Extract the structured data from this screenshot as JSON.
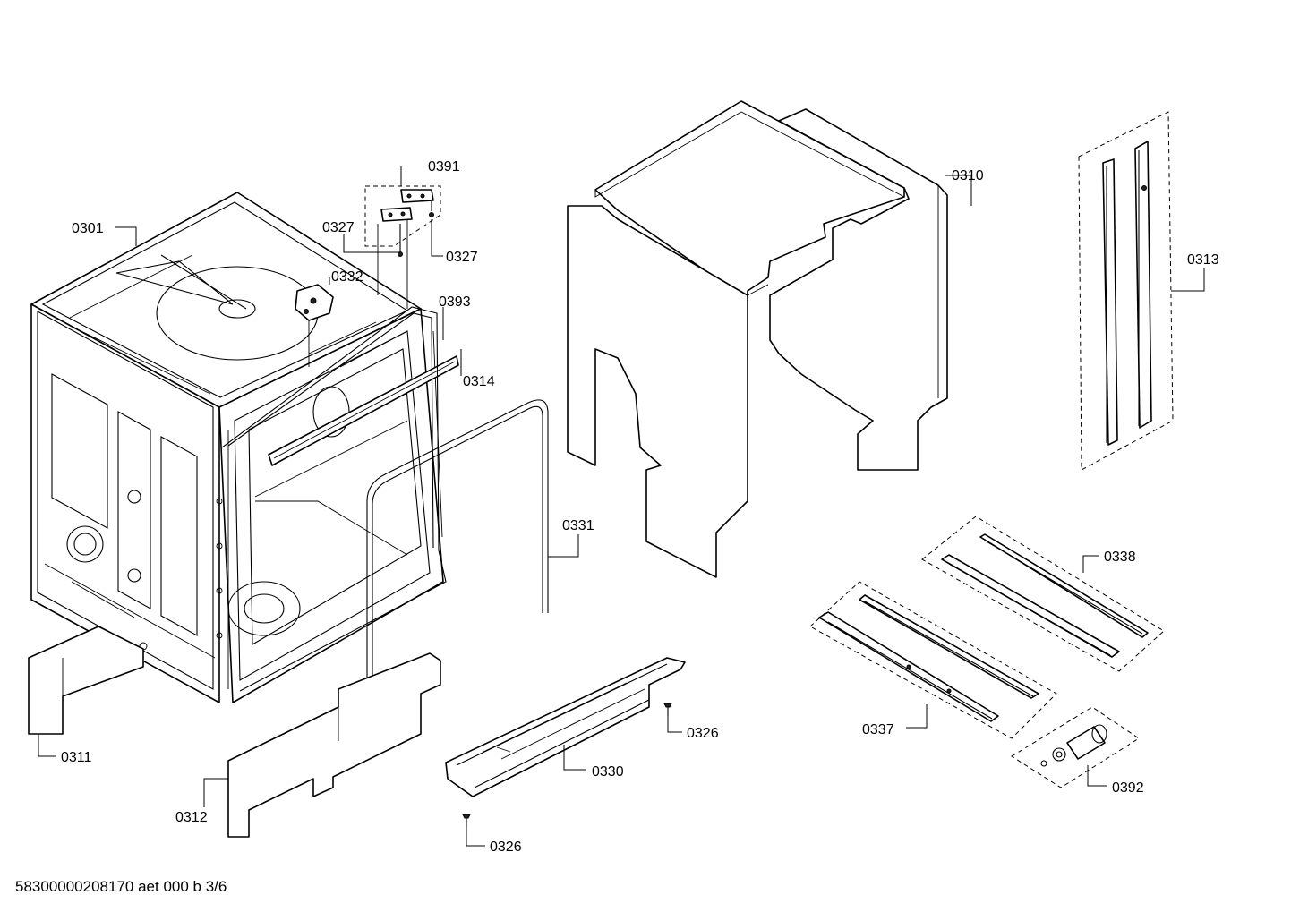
{
  "diagram": {
    "labels": {
      "p0301": "0301",
      "p0310": "0310",
      "p0311": "0311",
      "p0312": "0312",
      "p0313": "0313",
      "p0314": "0314",
      "p0326a": "0326",
      "p0326b": "0326",
      "p0327a": "0327",
      "p0327b": "0327",
      "p0330": "0330",
      "p0331": "0331",
      "p0332": "0332",
      "p0337": "0337",
      "p0338": "0338",
      "p0391": "0391",
      "p0392": "0392",
      "p0393": "0393"
    },
    "footer_code": "58300000208170 aet 000 b 3/6"
  }
}
